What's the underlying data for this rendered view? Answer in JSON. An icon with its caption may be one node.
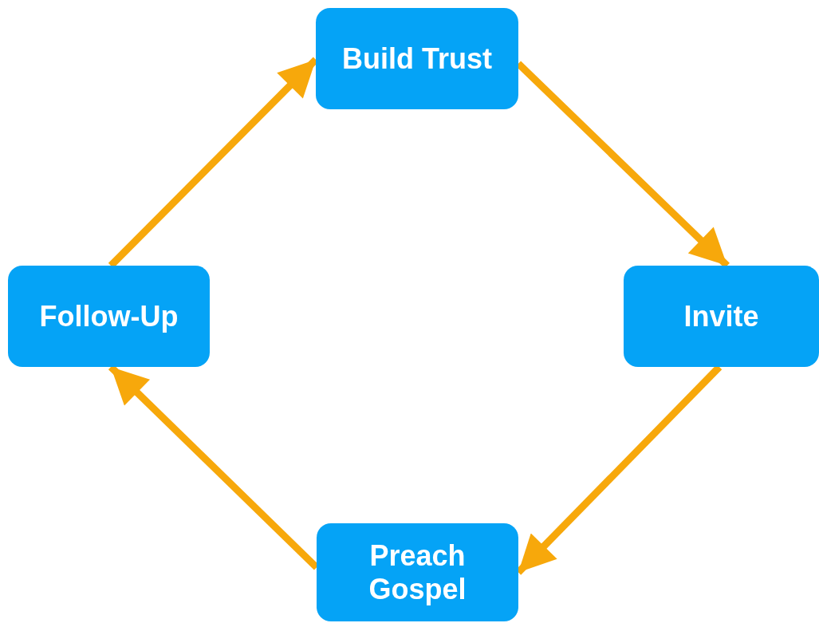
{
  "diagram": {
    "nodes": [
      {
        "text": [
          "Build Trust"
        ]
      },
      {
        "text": [
          "Invite"
        ]
      },
      {
        "text": [
          "Preach Gospel"
        ]
      },
      {
        "text": [
          "Follow-Up"
        ]
      }
    ],
    "edges": [
      {
        "from": 0,
        "to": 1,
        "arrow": "to"
      },
      {
        "from": 1,
        "to": 2,
        "arrow": "to"
      },
      {
        "from": 2,
        "to": 3,
        "arrow": "to"
      },
      {
        "from": 3,
        "to": 0,
        "arrow": "to"
      }
    ]
  }
}
